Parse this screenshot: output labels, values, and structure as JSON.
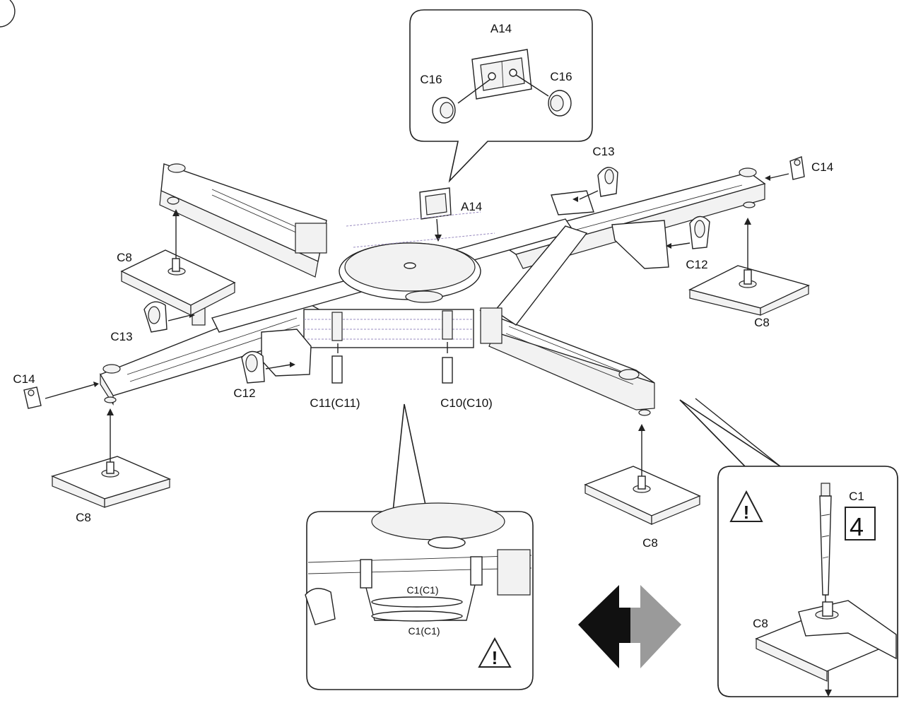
{
  "parts": {
    "a14_top": "A14",
    "a14_main": "A14",
    "c16_left": "C16",
    "c16_right": "C16",
    "c13_right": "C13",
    "c13_left": "C13",
    "c14_right": "C14",
    "c14_left": "C14",
    "c12_right": "C12",
    "c12_left": "C12",
    "c8_top_left": "C8",
    "c8_right": "C8",
    "c8_bottom_left": "C8",
    "c8_bottom_right": "C8",
    "c11": "C11(C11)",
    "c10": "C10(C10)"
  },
  "detail_center": {
    "label_top": "C1(C1)",
    "label_bottom": "C1(C1)",
    "warning": "!"
  },
  "detail_right": {
    "c1": "C1",
    "c8": "C8",
    "count": "4",
    "warning": "!"
  },
  "icons": {
    "warning": "warning-triangle-icon",
    "direction": "left-right-arrows-icon"
  },
  "colors": {
    "line": "#222222",
    "arrow_left": "#111111",
    "arrow_right": "#9a9a9a"
  }
}
